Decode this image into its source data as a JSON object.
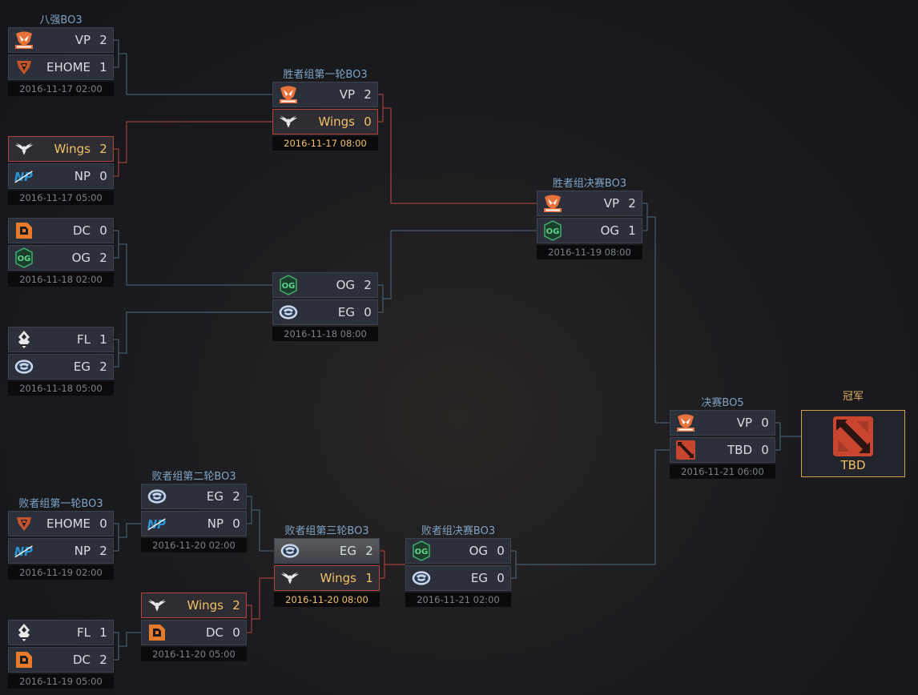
{
  "colors": {
    "accent_win": "#f2c063",
    "line": "#4e6a80",
    "line_win": "#b8463f",
    "champion_border": "#d2a24e"
  },
  "matches": [
    {
      "id": "qf1",
      "stage": "八强BO3",
      "date": "2016-11-17 02:00",
      "date_highlight": false,
      "teams": [
        {
          "name": "VP",
          "score": "2",
          "logo": "vp-logo"
        },
        {
          "name": "EHOME",
          "score": "1",
          "logo": "ehome-logo"
        }
      ]
    },
    {
      "id": "qf2",
      "stage": "",
      "date": "2016-11-17 05:00",
      "date_highlight": false,
      "teams": [
        {
          "name": "Wings",
          "score": "2",
          "logo": "wings-logo",
          "won": true
        },
        {
          "name": "NP",
          "score": "0",
          "logo": "np-logo"
        }
      ]
    },
    {
      "id": "qf3",
      "stage": "",
      "date": "2016-11-18 02:00",
      "date_highlight": false,
      "teams": [
        {
          "name": "DC",
          "score": "0",
          "logo": "dc-logo"
        },
        {
          "name": "OG",
          "score": "2",
          "logo": "og-logo"
        }
      ]
    },
    {
      "id": "qf4",
      "stage": "",
      "date": "2016-11-18 05:00",
      "date_highlight": false,
      "teams": [
        {
          "name": "FL",
          "score": "1",
          "logo": "fl-logo"
        },
        {
          "name": "EG",
          "score": "2",
          "logo": "eg-logo"
        }
      ]
    },
    {
      "id": "wr1a",
      "stage": "胜者组第一轮BO3",
      "date": "2016-11-17 08:00",
      "date_highlight": true,
      "teams": [
        {
          "name": "VP",
          "score": "2",
          "logo": "vp-logo"
        },
        {
          "name": "Wings",
          "score": "0",
          "logo": "wings-logo",
          "won": true
        }
      ]
    },
    {
      "id": "wr1b",
      "stage": "",
      "date": "2016-11-18 08:00",
      "date_highlight": false,
      "teams": [
        {
          "name": "OG",
          "score": "2",
          "logo": "og-logo"
        },
        {
          "name": "EG",
          "score": "0",
          "logo": "eg-logo"
        }
      ]
    },
    {
      "id": "wf",
      "stage": "胜者组决赛BO3",
      "date": "2016-11-19 08:00",
      "date_highlight": false,
      "teams": [
        {
          "name": "VP",
          "score": "2",
          "logo": "vp-logo"
        },
        {
          "name": "OG",
          "score": "1",
          "logo": "og-logo"
        }
      ]
    },
    {
      "id": "gf",
      "stage": "决赛BO5",
      "date": "2016-11-21 06:00",
      "date_highlight": false,
      "teams": [
        {
          "name": "VP",
          "score": "0",
          "logo": "vp-logo"
        },
        {
          "name": "TBD",
          "score": "0",
          "logo": "dota-logo"
        }
      ]
    },
    {
      "id": "lr1a",
      "stage": "败者组第一轮BO3",
      "date": "2016-11-19 02:00",
      "date_highlight": false,
      "teams": [
        {
          "name": "EHOME",
          "score": "0",
          "logo": "ehome-logo"
        },
        {
          "name": "NP",
          "score": "2",
          "logo": "np-logo"
        }
      ]
    },
    {
      "id": "lr1b",
      "stage": "",
      "date": "2016-11-19 05:00",
      "date_highlight": false,
      "teams": [
        {
          "name": "FL",
          "score": "1",
          "logo": "fl-logo"
        },
        {
          "name": "DC",
          "score": "2",
          "logo": "dc-logo"
        }
      ]
    },
    {
      "id": "lr2a",
      "stage": "败者组第二轮BO3",
      "date": "2016-11-20 02:00",
      "date_highlight": false,
      "teams": [
        {
          "name": "EG",
          "score": "2",
          "logo": "eg-logo"
        },
        {
          "name": "NP",
          "score": "0",
          "logo": "np-logo"
        }
      ]
    },
    {
      "id": "lr2b",
      "stage": "",
      "date": "2016-11-20 05:00",
      "date_highlight": false,
      "teams": [
        {
          "name": "Wings",
          "score": "2",
          "logo": "wings-logo",
          "won": true
        },
        {
          "name": "DC",
          "score": "0",
          "logo": "dc-logo"
        }
      ]
    },
    {
      "id": "lr3",
      "stage": "败者组第三轮BO3",
      "date": "2016-11-20 08:00",
      "date_highlight": true,
      "teams": [
        {
          "name": "EG",
          "score": "2",
          "logo": "eg-logo",
          "highlight": true
        },
        {
          "name": "Wings",
          "score": "1",
          "logo": "wings-logo",
          "won": true
        }
      ]
    },
    {
      "id": "lf",
      "stage": "败者组决赛BO3",
      "date": "2016-11-21 02:00",
      "date_highlight": false,
      "teams": [
        {
          "name": "OG",
          "score": "0",
          "logo": "og-logo"
        },
        {
          "name": "EG",
          "score": "0",
          "logo": "eg-logo"
        }
      ]
    }
  ],
  "champion": {
    "label": "冠军",
    "name": "TBD",
    "logo": "dota-logo"
  }
}
